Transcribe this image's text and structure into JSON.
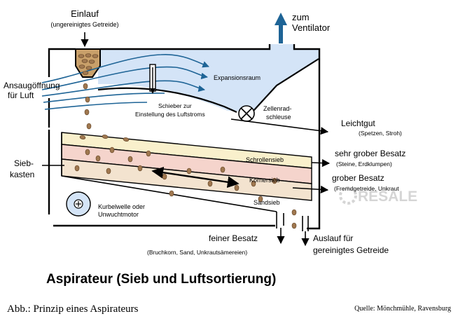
{
  "title": "Aspirateur (Sieb und Luftsortierung)",
  "caption": "Abb.: Prinzip eines Aspirateurs",
  "source": "Quelle: Mönchmühle, Ravensburg",
  "watermark": "RESALE",
  "labels": {
    "einlauf": "Einlauf",
    "einlauf_sub": "(ungereinigtes Getreide)",
    "ventilator_1": "zum",
    "ventilator_2": "Ventilator",
    "ansaug_1": "Ansaugöffnung",
    "ansaug_2": "für Luft",
    "expansion": "Expansionsraum",
    "schieber_1": "Schieber zur",
    "schieber_2": "Einstellung des Luftstroms",
    "zellenrad_1": "Zellenrad-",
    "zellenrad_2": "schleuse",
    "leichtgut": "Leichtgut",
    "leichtgut_sub": "(Spetzen, Stroh)",
    "sieb_1": "Sieb-",
    "sieb_2": "kasten",
    "schrollensieb": "Schrollensieb",
    "koernersieb": "Körnersieb",
    "sandsieb": "Sandsieb",
    "sgb": "sehr grober Besatz",
    "sgb_sub": "(Steine, Erdklumpen)",
    "gb": "grober Besatz",
    "gb_sub": "(Fremdgetreide, Unkraut",
    "kurbel_1": "Kurbelwelle oder",
    "kurbel_2": "Unwuchtmotor",
    "feiner": "feiner Besatz",
    "feiner_sub": "(Bruchkorn, Sand, Unkrautsämereien)",
    "auslauf_1": "Auslauf für",
    "auslauf_2": "gereinigtes Getreide"
  },
  "colors": {
    "air_flow": "#1e6496",
    "expansion_fill": "#d4e4f7",
    "grain": "#a07850",
    "screen_top": "#f9f0cc",
    "screen_mid": "#f5d4cc",
    "screen_bottom": "#f3e3cf"
  }
}
